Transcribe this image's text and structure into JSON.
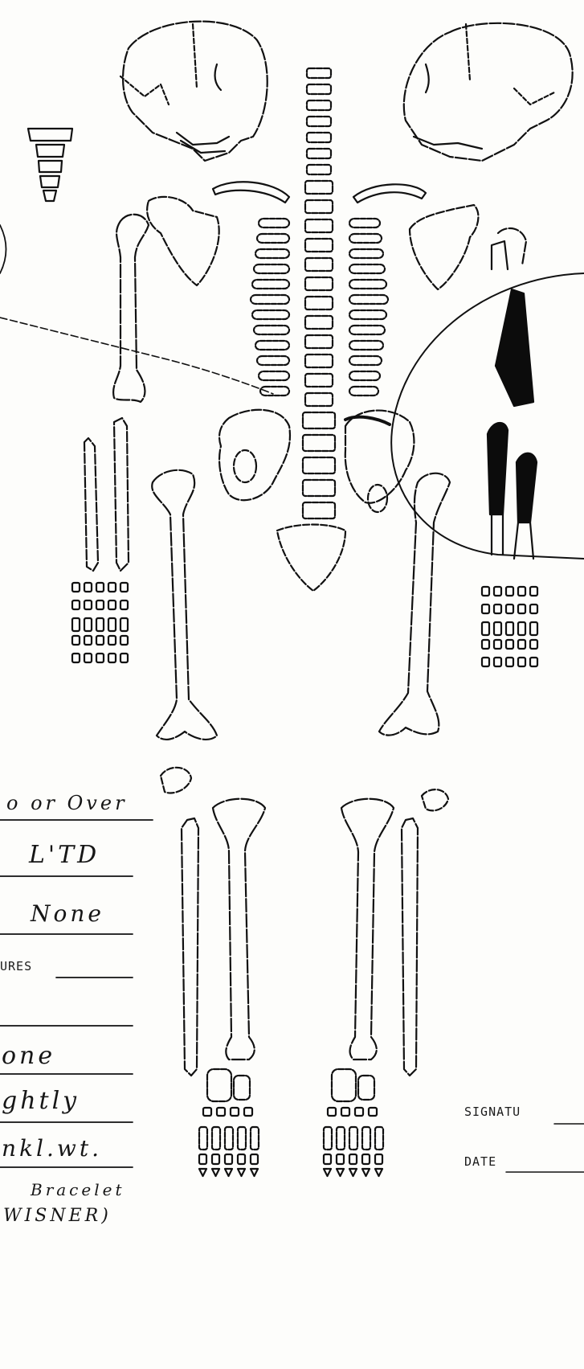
{
  "form": {
    "fields": [
      {
        "value": "o or Over"
      },
      {
        "value": "L'TD"
      },
      {
        "value": "None"
      },
      {
        "value": "URES"
      },
      {
        "value": ""
      },
      {
        "value": "one"
      },
      {
        "value": "ghtly"
      },
      {
        "value": "nkl.wt."
      },
      {
        "value": "Bracelet"
      },
      {
        "value": "WISNER)"
      }
    ],
    "signature_label": "SIGNATU",
    "date_label": "DATE"
  },
  "colors": {
    "ink": "#111111",
    "paper": "#fdfdfb",
    "shading": "#0c0c0c"
  },
  "icons": [
    "skull-icon",
    "skeleton-diagram"
  ]
}
